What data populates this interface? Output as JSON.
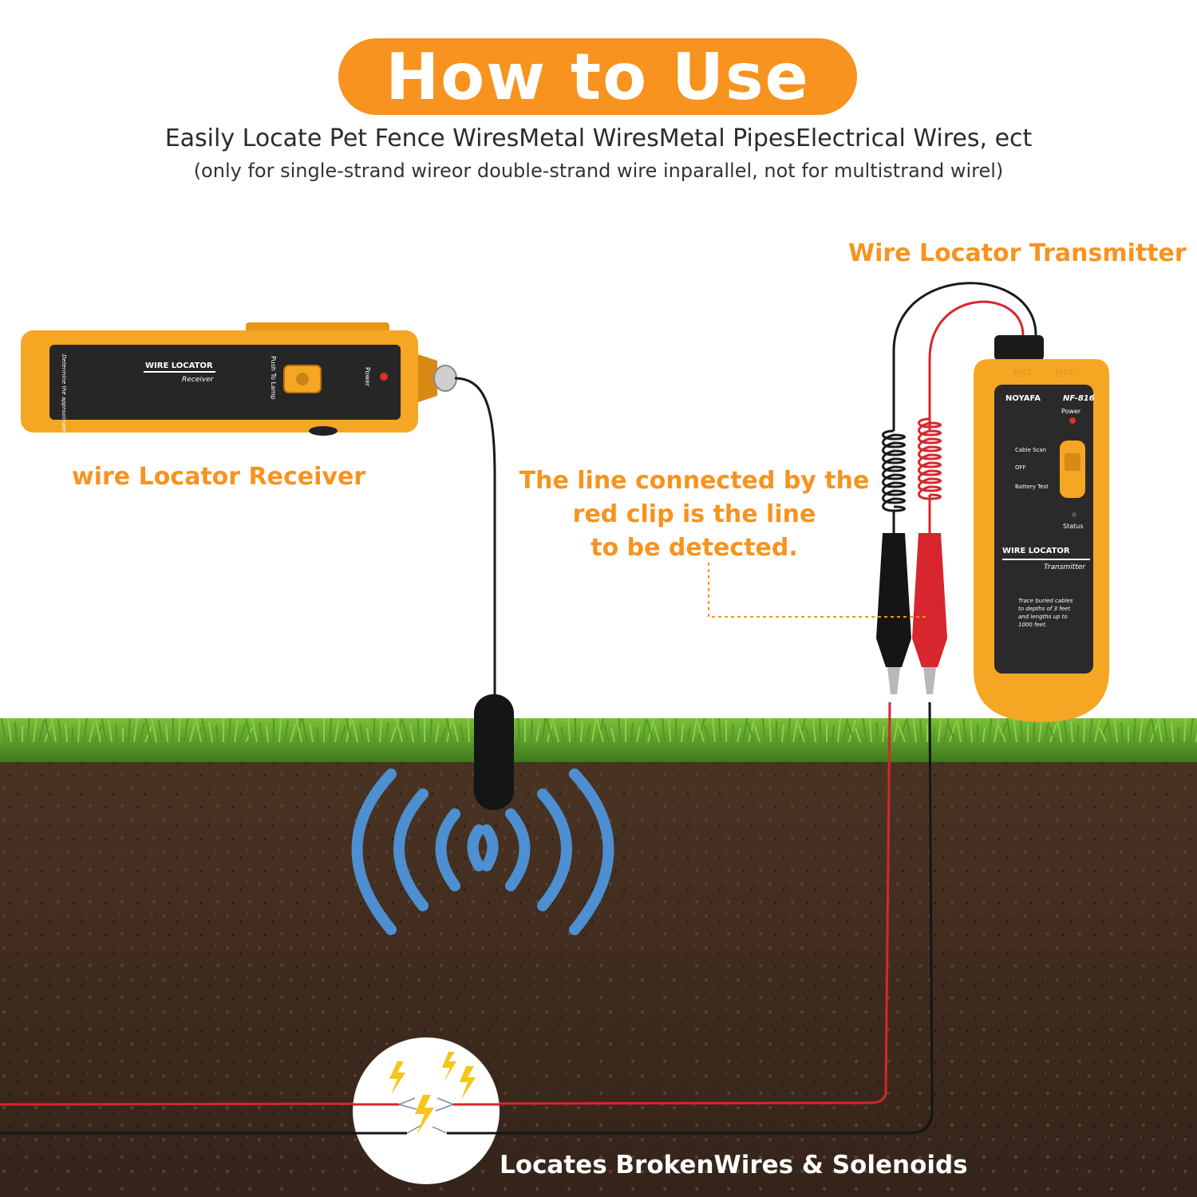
{
  "header": {
    "title": "How to Use",
    "subtitle": "Easily Locate Pet Fence WiresMetal WiresMetal PipesElectrical Wires, ect",
    "note": "(only for single-strand wireor double-strand wire inparallel, not for multistrand wirel)"
  },
  "labels": {
    "transmitter": "Wire Locator Transmitter",
    "receiver": "wire Locator Receiver",
    "callout_line1": "The line connected by the",
    "callout_line2": "red clip is the line",
    "callout_line3": "to be detected.",
    "bottom": "Locates BrokenWires & Solenoids"
  },
  "receiver_device": {
    "brand_line1": "WIRE LOCATOR",
    "brand_line2": "Receiver",
    "button_label": "Push To Lamp",
    "power_label": "Power",
    "side_text": "Determine the approximate depth of the wire before you dig"
  },
  "transmitter_device": {
    "port1": "RJ11",
    "port2": "RJ45",
    "brand": "NOYAFA",
    "model": "NF-816",
    "power_label": "Power",
    "switch_top": "Cable Scan",
    "switch_mid": "OFF",
    "switch_bottom": "Battery Test",
    "status_label": "Status",
    "brand_line1": "WIRE LOCATOR",
    "brand_line2": "Transmitter",
    "desc_line1": "Trace buried cables",
    "desc_line2": "to depths of 3 feet",
    "desc_line3": "and lengths up to",
    "desc_line4": "1000 feet."
  },
  "colors": {
    "accent": "#f7931e",
    "device_yellow": "#f5a623",
    "panel_dark": "#2a2a2a",
    "wire_red": "#d7262e",
    "wave_blue": "#4d8fd1",
    "grass": "#5a9a2a",
    "soil": "#3e2a1e"
  }
}
